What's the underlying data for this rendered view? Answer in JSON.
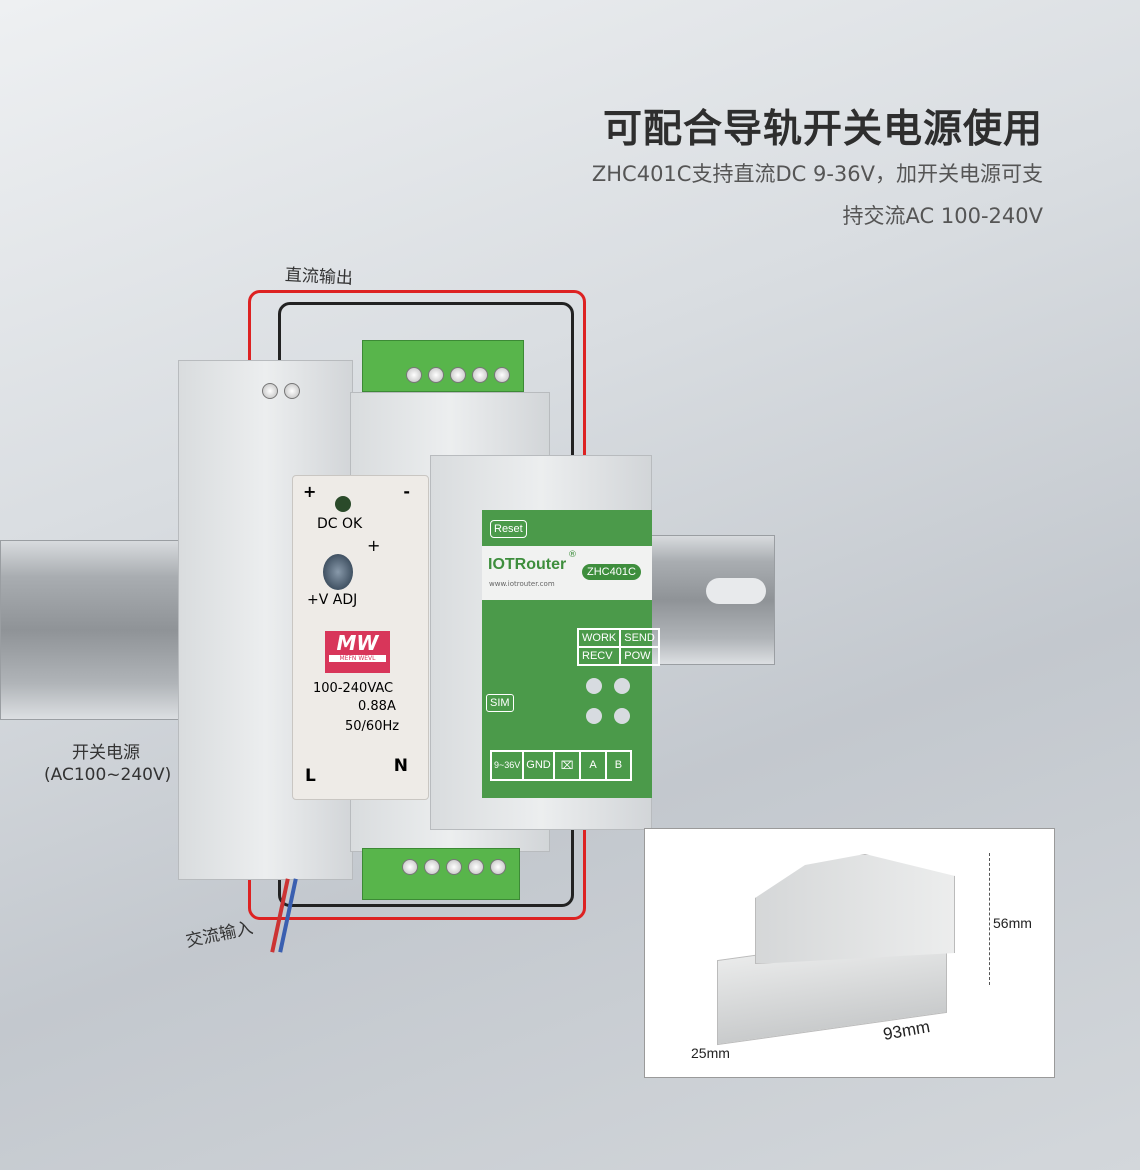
{
  "heading": {
    "title": "可配合导轨开关电源使用",
    "line1": "ZHC401C支持直流DC 9-36V，加开关电源可支",
    "line2": "持交流AC 100-240V"
  },
  "labels": {
    "dc_output": "直流输出",
    "psu_line1": "开关电源",
    "psu_line2": "(AC100~240V)",
    "ac_input": "交流输入"
  },
  "psu": {
    "plus": "+",
    "minus": "-",
    "dc_ok": "DC OK",
    "adj_plus": "+",
    "adj": "+V  ADJ",
    "brand": "MW",
    "brand_sub": "MEFN WEVL",
    "voltage": "100-240VAC",
    "current": "0.88A",
    "freq": "50/60Hz",
    "l": "L",
    "n": "N"
  },
  "device": {
    "reset": "Reset",
    "brand": "IOTRouter",
    "reg": "®",
    "url": "www.iotrouter.com",
    "model": "ZHC401C",
    "leds": [
      "WORK",
      "SEND",
      "RECV",
      "POW"
    ],
    "sim": "SIM",
    "terminals": [
      "9~36V",
      "GND",
      "⌧",
      "A",
      "B"
    ]
  },
  "inset": {
    "height": "56mm",
    "length": "93mm",
    "width": "25mm"
  },
  "colors": {
    "green": "#4b9a4a",
    "terminal": "#58b54b",
    "wire_red": "#d22222"
  }
}
